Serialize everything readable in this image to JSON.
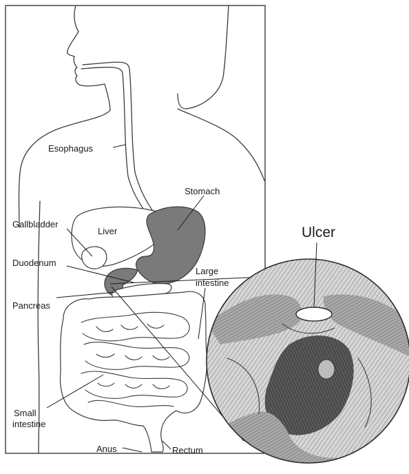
{
  "labels": {
    "esophagus": "Esophagus",
    "stomach": "Stomach",
    "gallbladder": "Gallbladder",
    "liver": "Liver",
    "duodenum": "Duodenum",
    "large_intestine_1": "Large",
    "large_intestine_2": "intestine",
    "pancreas": "Pancreas",
    "small_intestine_1": "Small",
    "small_intestine_2": "intestine",
    "anus": "Anus",
    "rectum": "Rectum",
    "ulcer": "Ulcer"
  },
  "colors": {
    "stomach_fill": "#7a7a7a",
    "ulcer_fill": "#ffffff",
    "lining_shade": "#9a9a9a",
    "outline": "#3a3a3a"
  }
}
